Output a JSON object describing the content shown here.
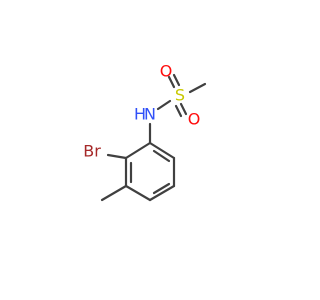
{
  "atoms": {
    "nitrogen": {
      "label": "N",
      "h_label": "H",
      "color": "#3050f8"
    },
    "sulfur": {
      "label": "S",
      "color": "#c8c800"
    },
    "oxygen_top": {
      "label": "O",
      "color": "#ff0d0d"
    },
    "oxygen_bottom": {
      "label": "O",
      "color": "#ff0d0d"
    },
    "bromine": {
      "label": "Br",
      "color": "#a62929"
    }
  },
  "colors": {
    "bond": "#404040",
    "background": "#ffffff"
  }
}
